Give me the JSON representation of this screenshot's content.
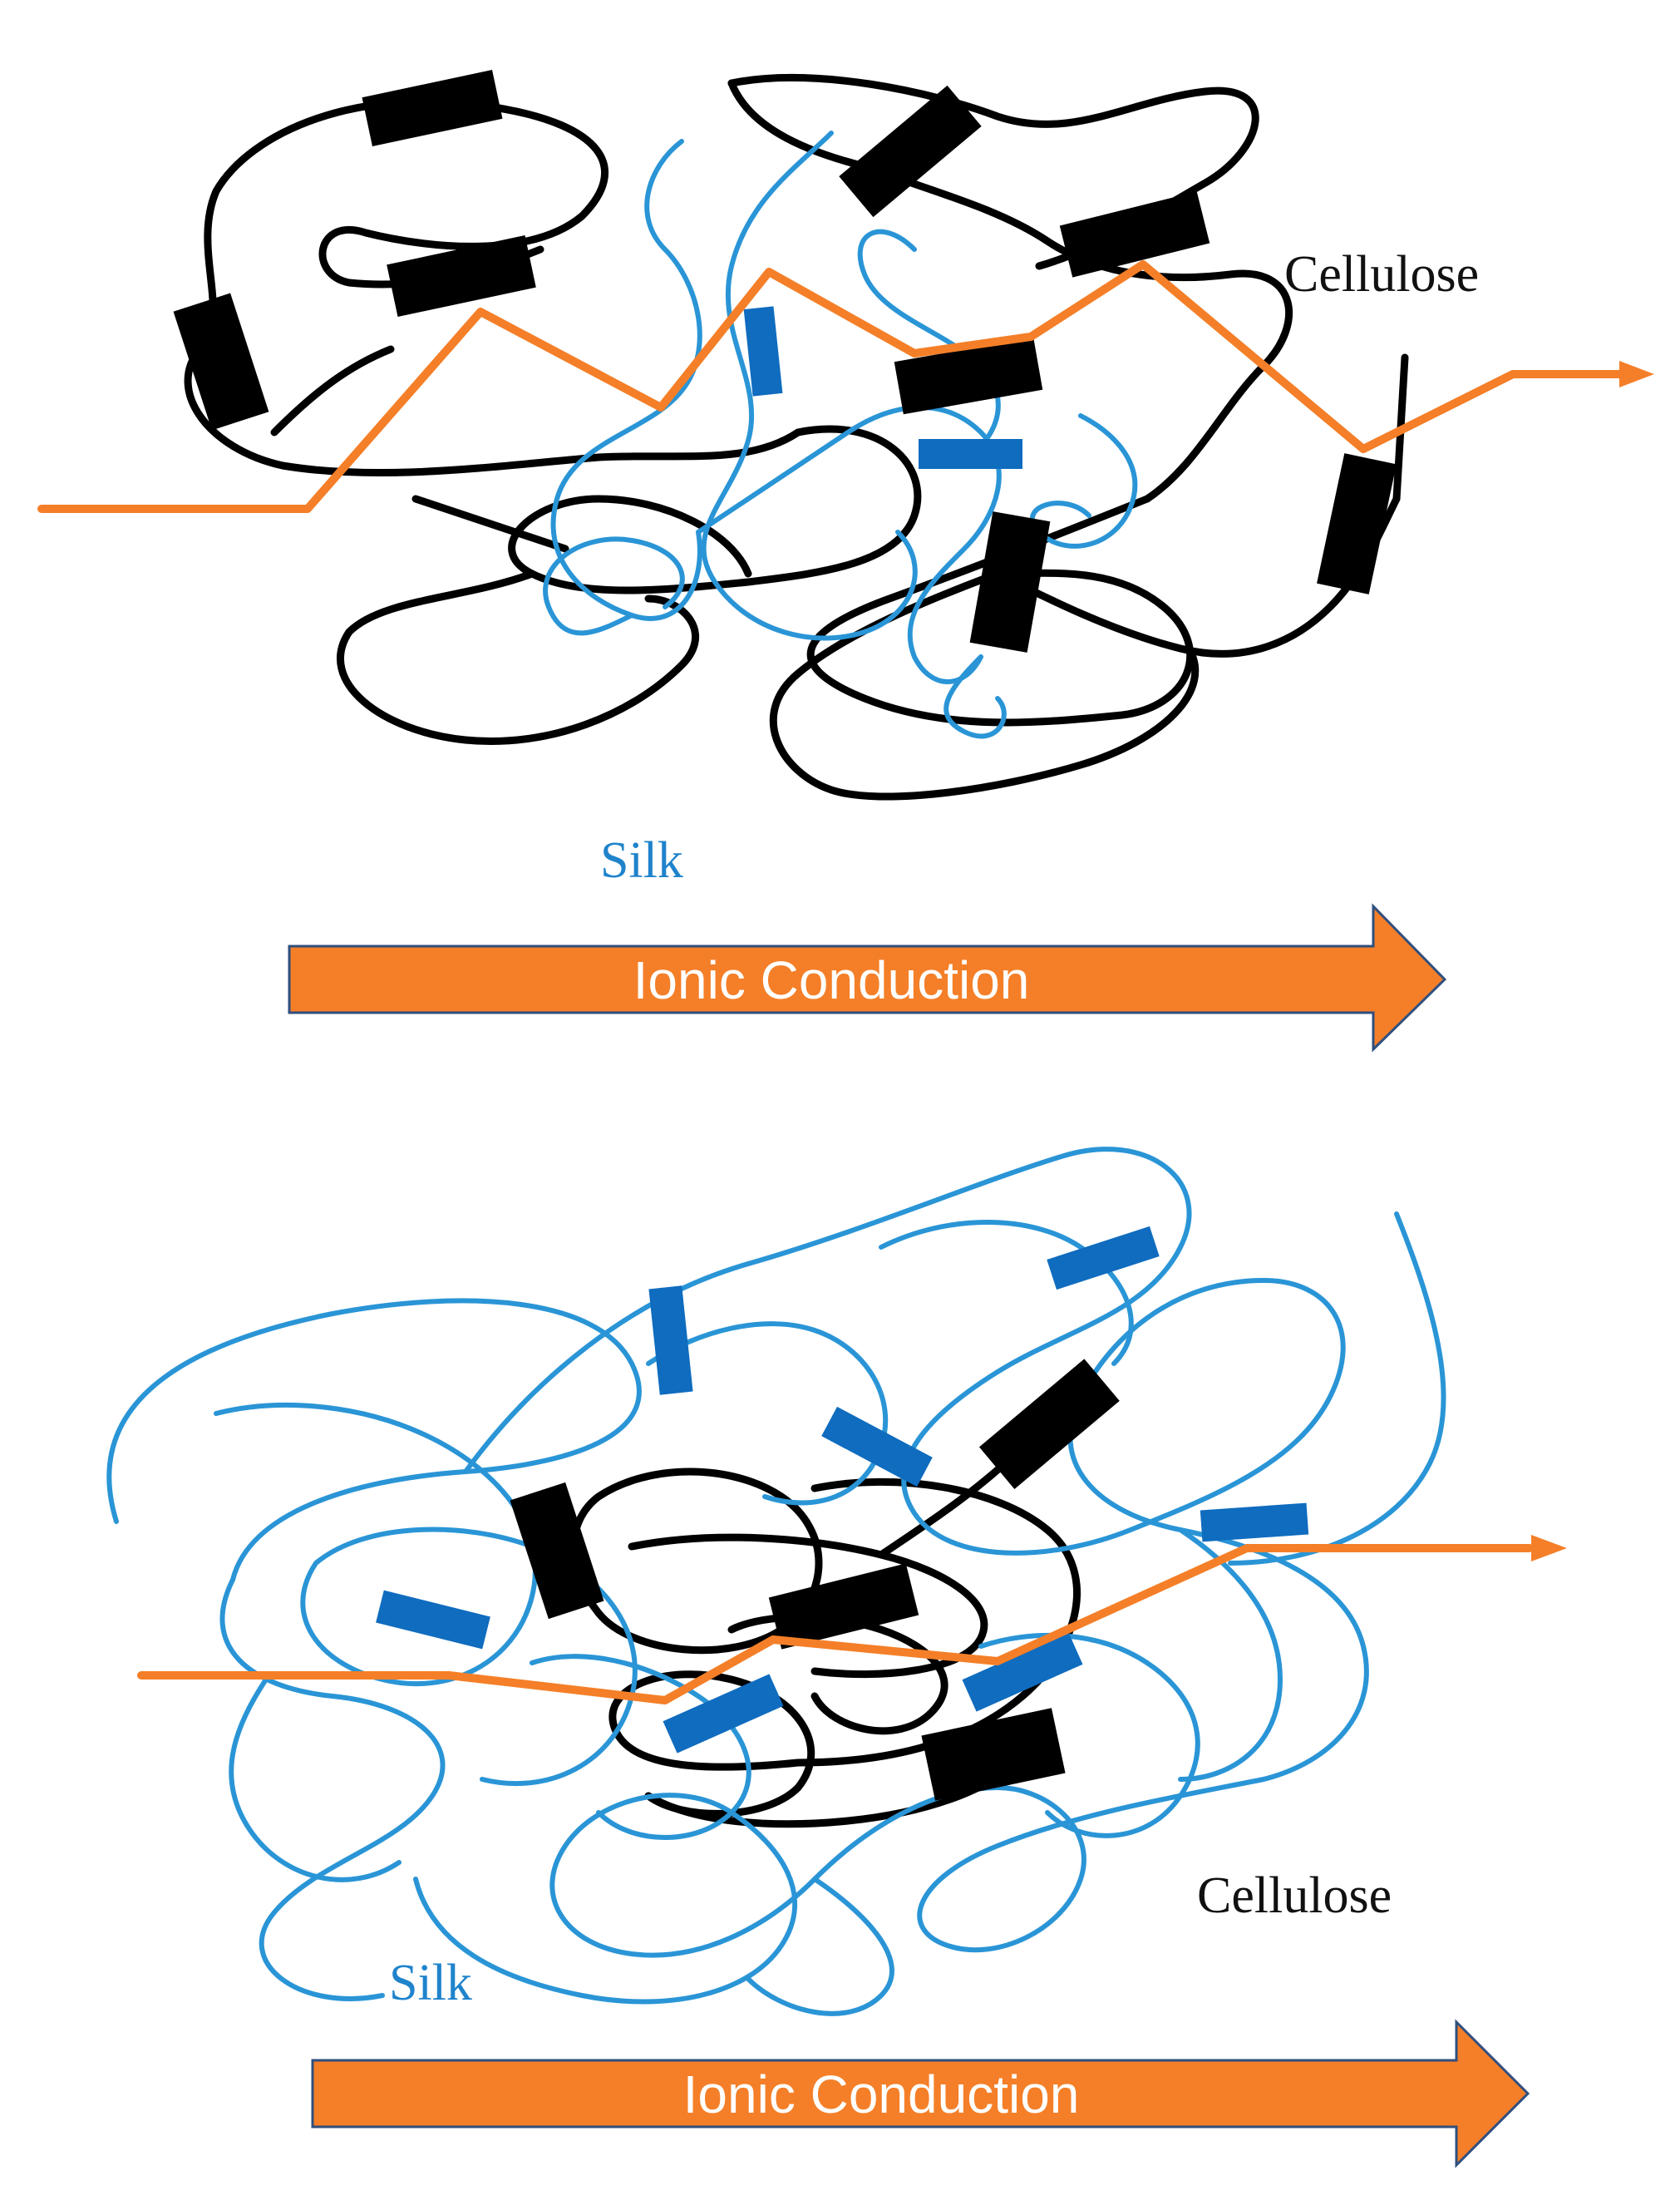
{
  "panels": {
    "top": {
      "cellulose_label": "Cellulose",
      "silk_label": "Silk",
      "arrow_label": "Ionic Conduction"
    },
    "bottom": {
      "cellulose_label": "Cellulose",
      "silk_label": "Silk",
      "arrow_label": "Ionic Conduction"
    }
  },
  "colors": {
    "cellulose": "#000000",
    "silk_strand": "#2a95d6",
    "silk_block": "#0f6cbf",
    "conduction": "#f47f28",
    "arrow_outline": "#2f4f7f",
    "label_black": "#111111",
    "label_blue": "#1f83cc",
    "arrow_text": "#ffffff"
  }
}
